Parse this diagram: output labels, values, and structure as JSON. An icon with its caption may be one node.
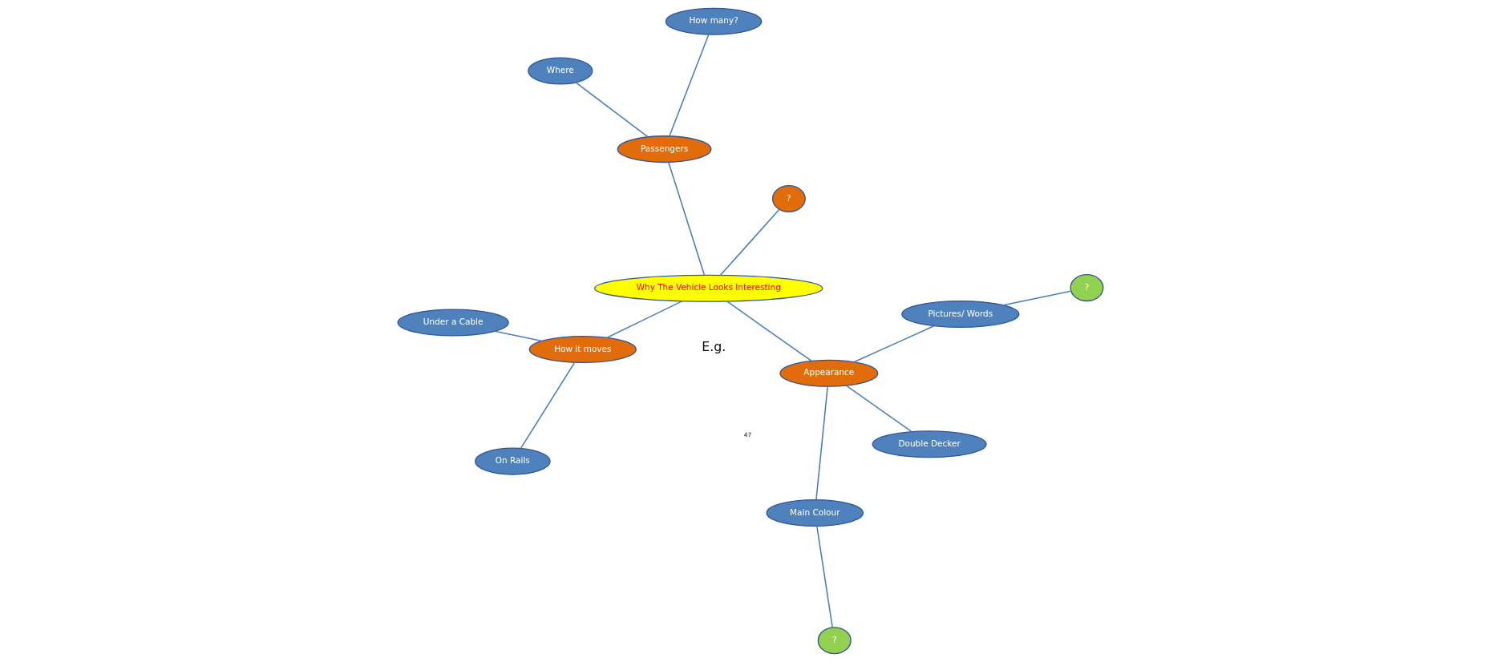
{
  "diagram": {
    "nodes": [
      {
        "text": [
          "Why The Vehicle Looks Interesting"
        ]
      },
      {
        "text": [
          "Passengers"
        ]
      },
      {
        "text": [
          "How many?"
        ]
      },
      {
        "text": [
          "Where"
        ]
      },
      {
        "text": [
          "?"
        ]
      },
      {
        "text": [
          "How it moves"
        ]
      },
      {
        "text": [
          "Under a Cable"
        ]
      },
      {
        "text": [
          "On Rails"
        ]
      },
      {
        "text": [
          "Appearance"
        ]
      },
      {
        "text": [
          "Double Decker"
        ]
      },
      {
        "text": [
          "Main Colour"
        ]
      },
      {
        "text": [
          "?"
        ]
      },
      {
        "text": [
          "Pictures/ Words"
        ]
      },
      {
        "text": [
          "?"
        ]
      }
    ],
    "edges": [
      {
        "from": 0,
        "to": 1,
        "arrow": "none"
      },
      {
        "from": 1,
        "to": 2,
        "arrow": "none"
      },
      {
        "from": 1,
        "to": 3,
        "arrow": "none"
      },
      {
        "from": 0,
        "to": 4,
        "arrow": "none"
      },
      {
        "from": 0,
        "to": 5,
        "arrow": "none"
      },
      {
        "from": 5,
        "to": 6,
        "arrow": "none"
      },
      {
        "from": 5,
        "to": 7,
        "arrow": "none"
      },
      {
        "from": 0,
        "to": 8,
        "arrow": "none"
      },
      {
        "from": 8,
        "to": 9,
        "arrow": "none"
      },
      {
        "from": 8,
        "to": 10,
        "arrow": "none"
      },
      {
        "from": 10,
        "to": 11,
        "arrow": "none"
      },
      {
        "from": 8,
        "to": 12,
        "arrow": "none"
      },
      {
        "from": 12,
        "to": 13,
        "arrow": "none"
      }
    ],
    "labels": [
      "E.g.",
      "47"
    ]
  }
}
